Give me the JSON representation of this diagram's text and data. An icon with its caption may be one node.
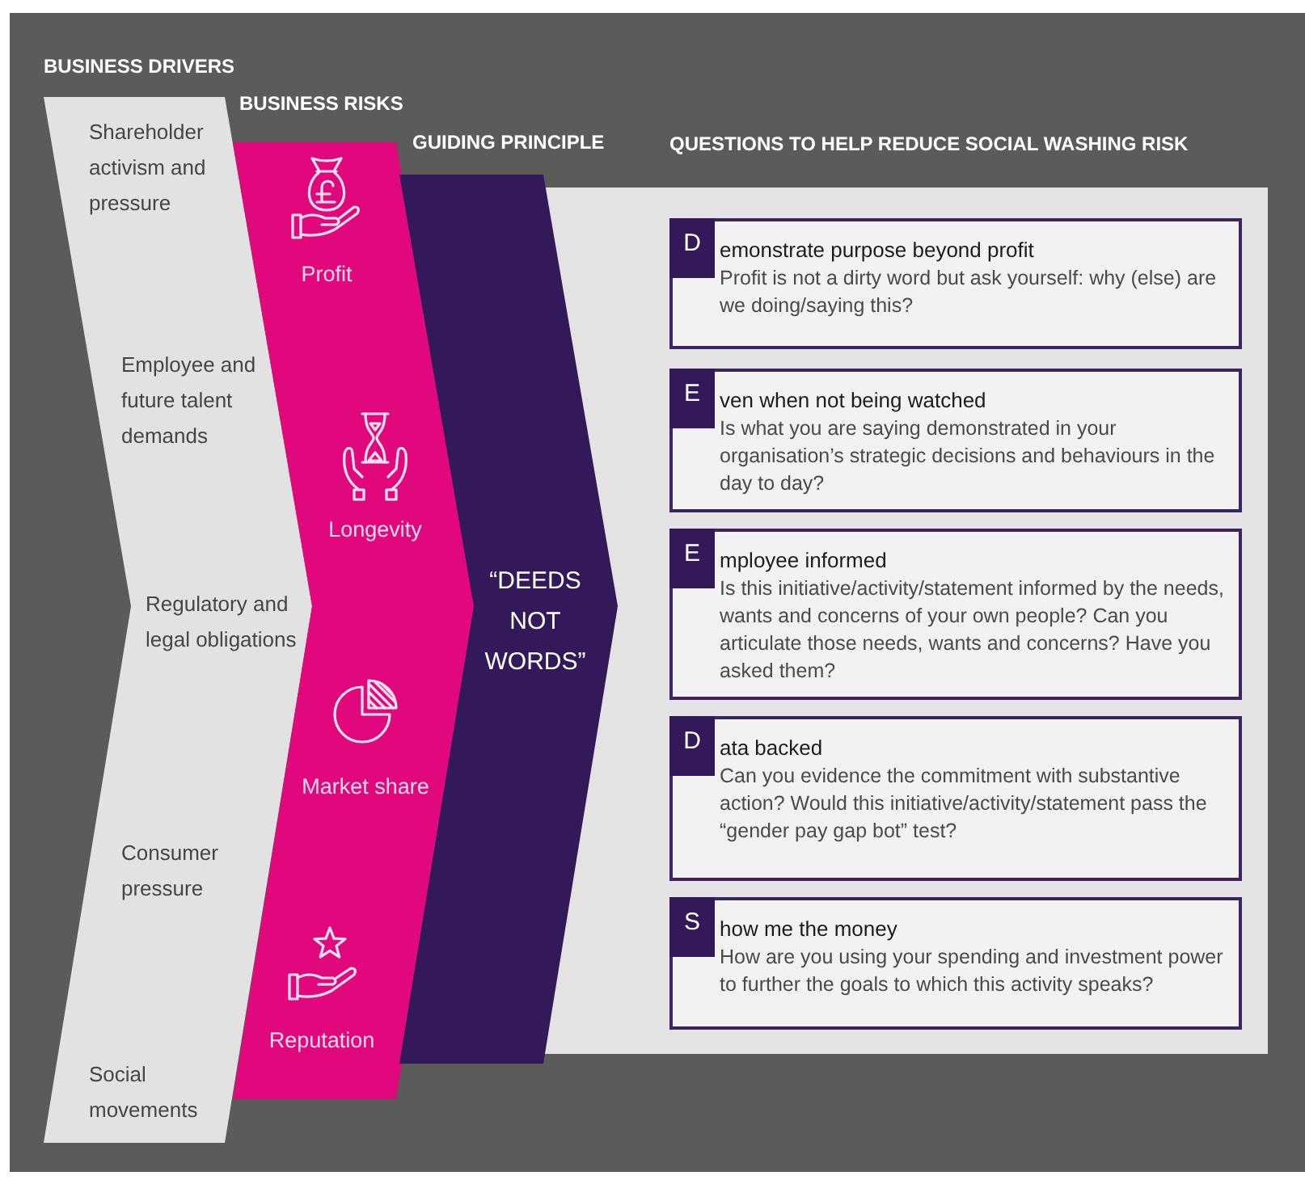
{
  "diagram": {
    "nodes": [
      {
        "text": [
          "BUSINESS DRIVERS",
          "Shareholder activism and pressure",
          "Employee and future talent demands",
          "Regulatory and legal obligations",
          "Consumer pressure",
          "Social movements"
        ]
      },
      {
        "text": [
          "BUSINESS RISKS",
          "Profit",
          "Longevity",
          "Market share",
          "Reputation"
        ]
      },
      {
        "text": [
          "GUIDING PRINCIPLE",
          "“DEEDS NOT WORDS”"
        ]
      },
      {
        "text": [
          "QUESTIONS TO HELP REDUCE SOCIAL WASHING RISK"
        ]
      },
      {
        "text": [
          "emonstrate purpose beyond profit",
          "Profit is not a dirty word but ask yourself: why (else) are we doing/saying this?"
        ],
        "in": 3
      },
      {
        "text": [
          "D"
        ],
        "in": 4
      },
      {
        "text": [
          "ven when not being watched",
          "Is what you are saying demonstrated in your organisation’s strategic decisions and behaviours in the day to day?"
        ],
        "in": 3
      },
      {
        "text": [
          "E"
        ],
        "in": 6
      },
      {
        "text": [
          "mployee informed",
          "Is this initiative/activity/statement informed by the needs, wants and concerns of your own people? Can you articulate those needs, wants and concerns? Have you asked them?"
        ],
        "in": 3
      },
      {
        "text": [
          "E"
        ],
        "in": 8
      },
      {
        "text": [
          "ata backed",
          "Can you evidence the commitment with substantive action? Would this initiative/activity/statement pass the “gender pay gap bot” test?"
        ],
        "in": 3
      },
      {
        "text": [
          "D"
        ],
        "in": 10
      },
      {
        "text": [
          "how me the money",
          "How are you using your spending and investment power to further the goals to which this activity speaks?"
        ],
        "in": 3
      },
      {
        "text": [
          "S"
        ],
        "in": 12
      }
    ]
  }
}
